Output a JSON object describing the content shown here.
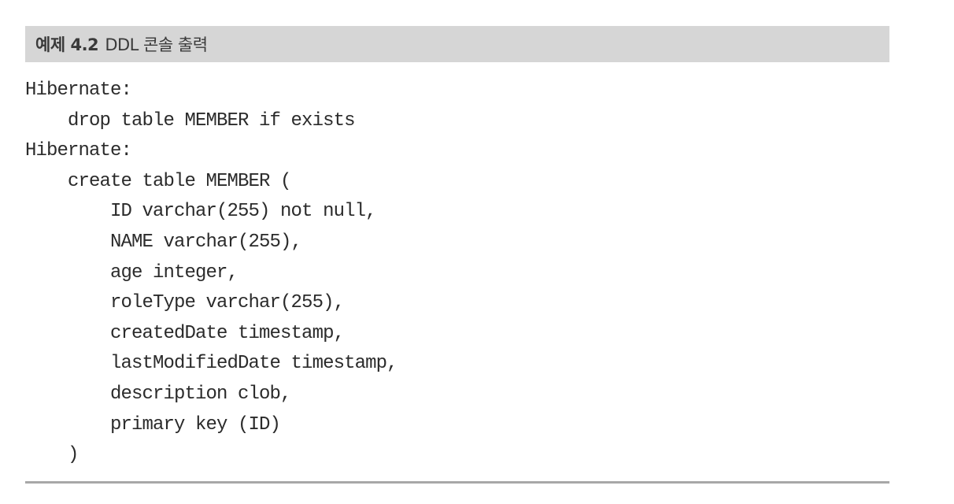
{
  "example": {
    "label": "예제 4.2",
    "caption": "DDL 콘솔 출력"
  },
  "code": {
    "lines": [
      "Hibernate:",
      "    drop table MEMBER if exists",
      "Hibernate:",
      "    create table MEMBER (",
      "        ID varchar(255) not null,",
      "        NAME varchar(255),",
      "        age integer,",
      "        roleType varchar(255),",
      "        createdDate timestamp,",
      "        lastModifiedDate timestamp,",
      "        description clob,",
      "        primary key (ID)",
      "    )"
    ]
  },
  "colors": {
    "header_background": "#d6d6d6",
    "header_text": "#3a3a3a",
    "code_text": "#2b2b2b",
    "rule": "#a8a8a8"
  }
}
